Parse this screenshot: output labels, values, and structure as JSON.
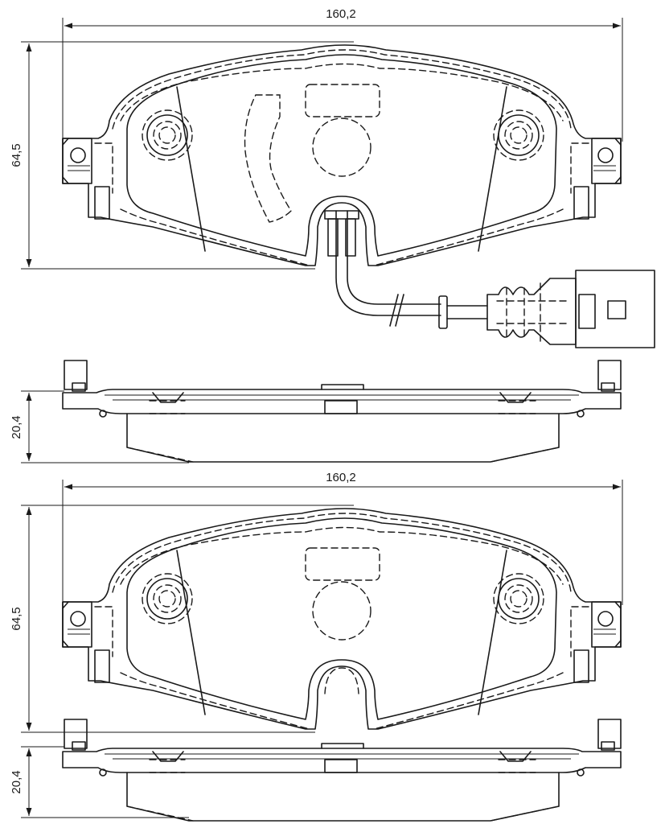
{
  "dimensions": {
    "top_width": "160,2",
    "top_height": "64,5",
    "top_thickness": "20,4",
    "bottom_width": "160,2",
    "bottom_height": "64,5",
    "bottom_thickness": "20,4"
  },
  "colors": {
    "line": "#1a1a1a",
    "background": "#ffffff"
  }
}
